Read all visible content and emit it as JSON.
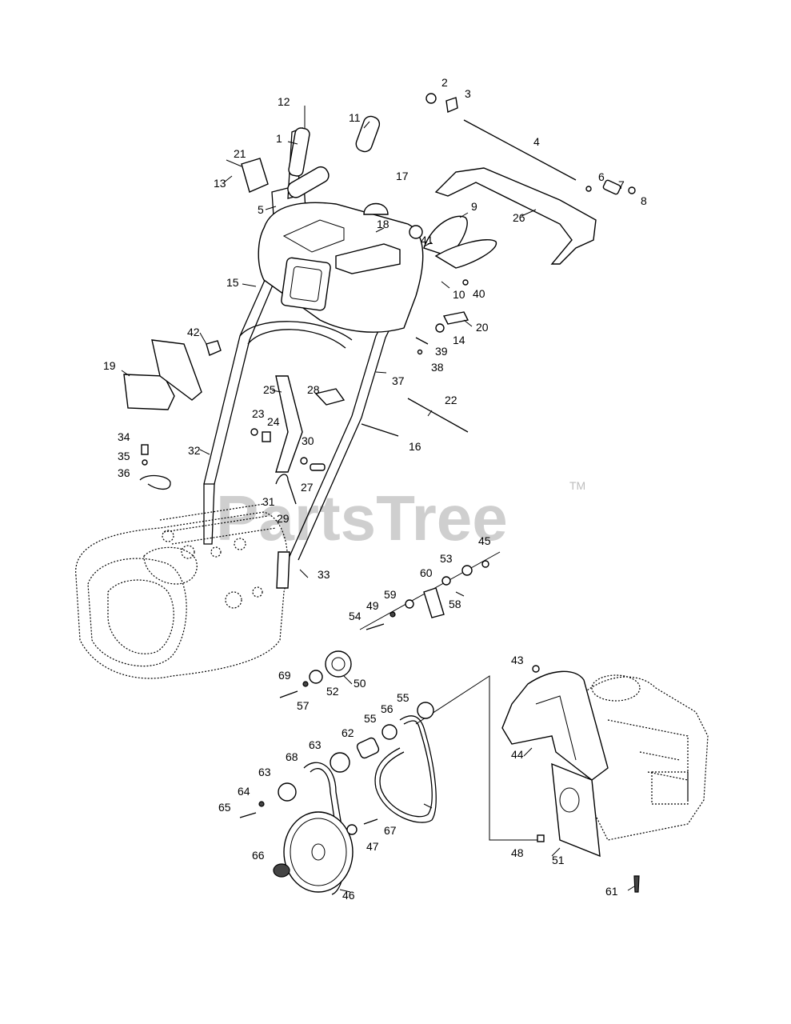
{
  "watermark": {
    "text": "PartsTree",
    "trademark": "TM"
  },
  "callouts": [
    "1",
    "2",
    "3",
    "4",
    "5",
    "6",
    "7",
    "8",
    "9",
    "10",
    "11",
    "12",
    "13",
    "14",
    "15",
    "16",
    "17",
    "18",
    "19",
    "20",
    "21",
    "22",
    "23",
    "24",
    "25",
    "26",
    "27",
    "28",
    "29",
    "30",
    "31",
    "32",
    "33",
    "34",
    "35",
    "36",
    "37",
    "38",
    "39",
    "40",
    "41",
    "42",
    "43",
    "44",
    "45",
    "46",
    "47",
    "48",
    "49",
    "50",
    "51",
    "52",
    "53",
    "54",
    "55",
    "55",
    "56",
    "57",
    "58",
    "59",
    "60",
    "61",
    "62",
    "63",
    "63",
    "64",
    "65",
    "66",
    "67",
    "68",
    "69"
  ]
}
